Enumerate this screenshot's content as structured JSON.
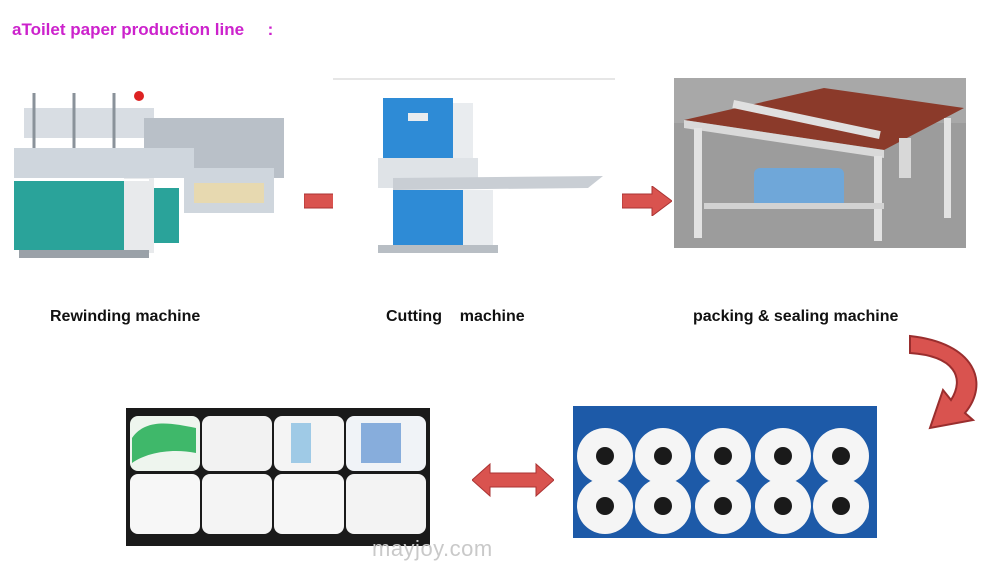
{
  "title": "aToilet paper production line     :",
  "steps": [
    {
      "label": "Rewinding machine"
    },
    {
      "label": "Cutting    machine"
    },
    {
      "label": "packing & sealing machine"
    }
  ],
  "watermark": "mayjoy.com",
  "colors": {
    "title": "#cc22cc",
    "arrow_fill": "#d9534f",
    "machine_teal": "#2aa39a",
    "machine_blue": "#2e8bd6",
    "table_top": "#8b3a2a",
    "roll_bg": "#1d5aa8"
  }
}
